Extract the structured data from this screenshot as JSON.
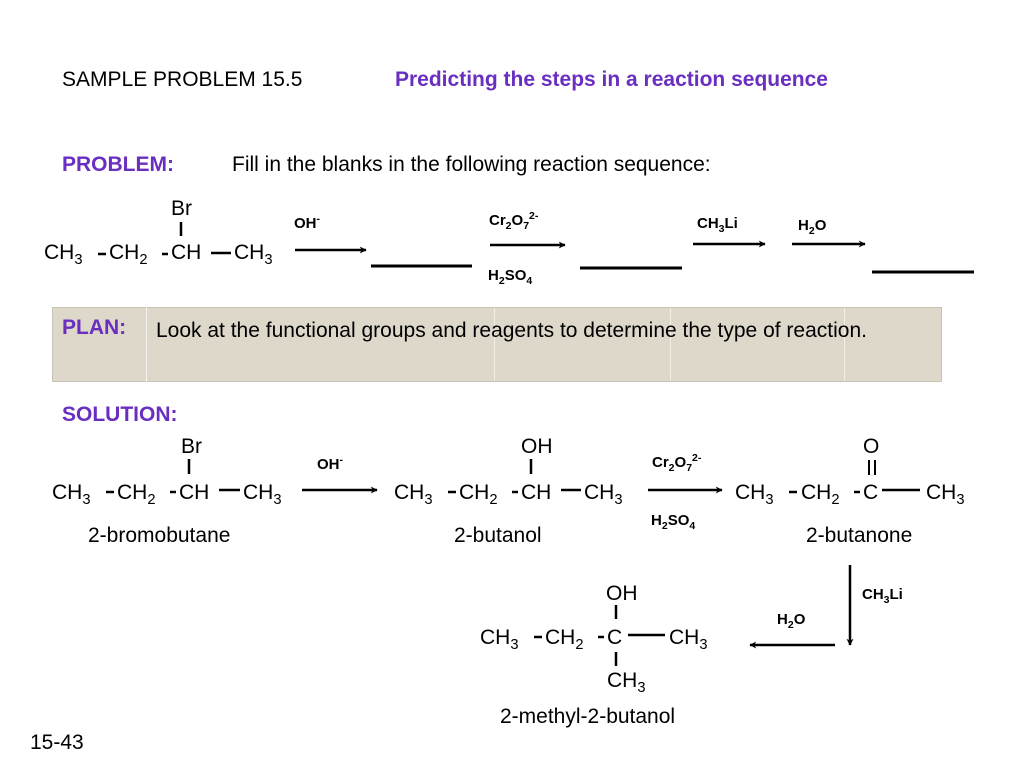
{
  "header": {
    "problem_number": "SAMPLE PROBLEM 15.5",
    "problem_title": "Predicting the steps in a reaction sequence"
  },
  "problem": {
    "label": "PROBLEM:",
    "text": "Fill in the blanks in the following reaction sequence:"
  },
  "plan": {
    "label": "PLAN:",
    "text": "Look at the functional groups and reagents to determine the type of reaction."
  },
  "solution": {
    "label": "SOLUTION:"
  },
  "reagents": {
    "hydroxide": "OH",
    "hydroxide_charge": "-",
    "dichromate_cr": "Cr",
    "dichromate_o": "O",
    "dichromate_charge": "2-",
    "sulfuric": "H",
    "sulfuric_so": "SO",
    "methyllithium": "CH",
    "methyllithium_li": "Li",
    "water_h": "H",
    "water_o": "O"
  },
  "compounds": {
    "bromobutane": "2-bromobutane",
    "butanol": "2-butanol",
    "butanone": "2-butanone",
    "methylbutanol": "2-methyl-2-butanol"
  },
  "atoms": {
    "br": "Br",
    "oh": "OH",
    "o": "O",
    "ch3": "CH",
    "ch2": "CH",
    "ch": "CH",
    "c": "C",
    "sub3": "3",
    "sub2": "2",
    "sub7": "7",
    "sub4": "4"
  },
  "footer": {
    "slide_number": "15-43"
  }
}
